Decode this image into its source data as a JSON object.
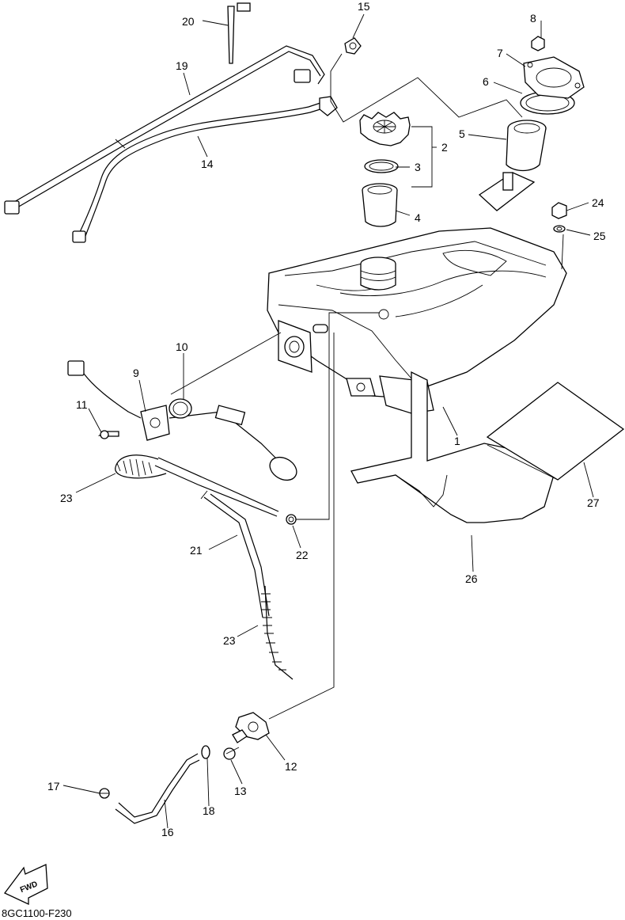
{
  "diagram_code": "8GC1100-F230",
  "fwd_label": "FWD",
  "callouts": {
    "c1": "1",
    "c2": "2",
    "c3": "3",
    "c4": "4",
    "c5": "5",
    "c6": "6",
    "c7": "7",
    "c8": "8",
    "c9": "9",
    "c10": "10",
    "c11": "11",
    "c12": "12",
    "c13": "13",
    "c14": "14",
    "c15": "15",
    "c16": "16",
    "c17": "17",
    "c18": "18",
    "c19": "19",
    "c20": "20",
    "c21": "21",
    "c22": "22",
    "c23a": "23",
    "c23b": "23",
    "c24": "24",
    "c25": "25",
    "c26": "26",
    "c27": "27"
  }
}
